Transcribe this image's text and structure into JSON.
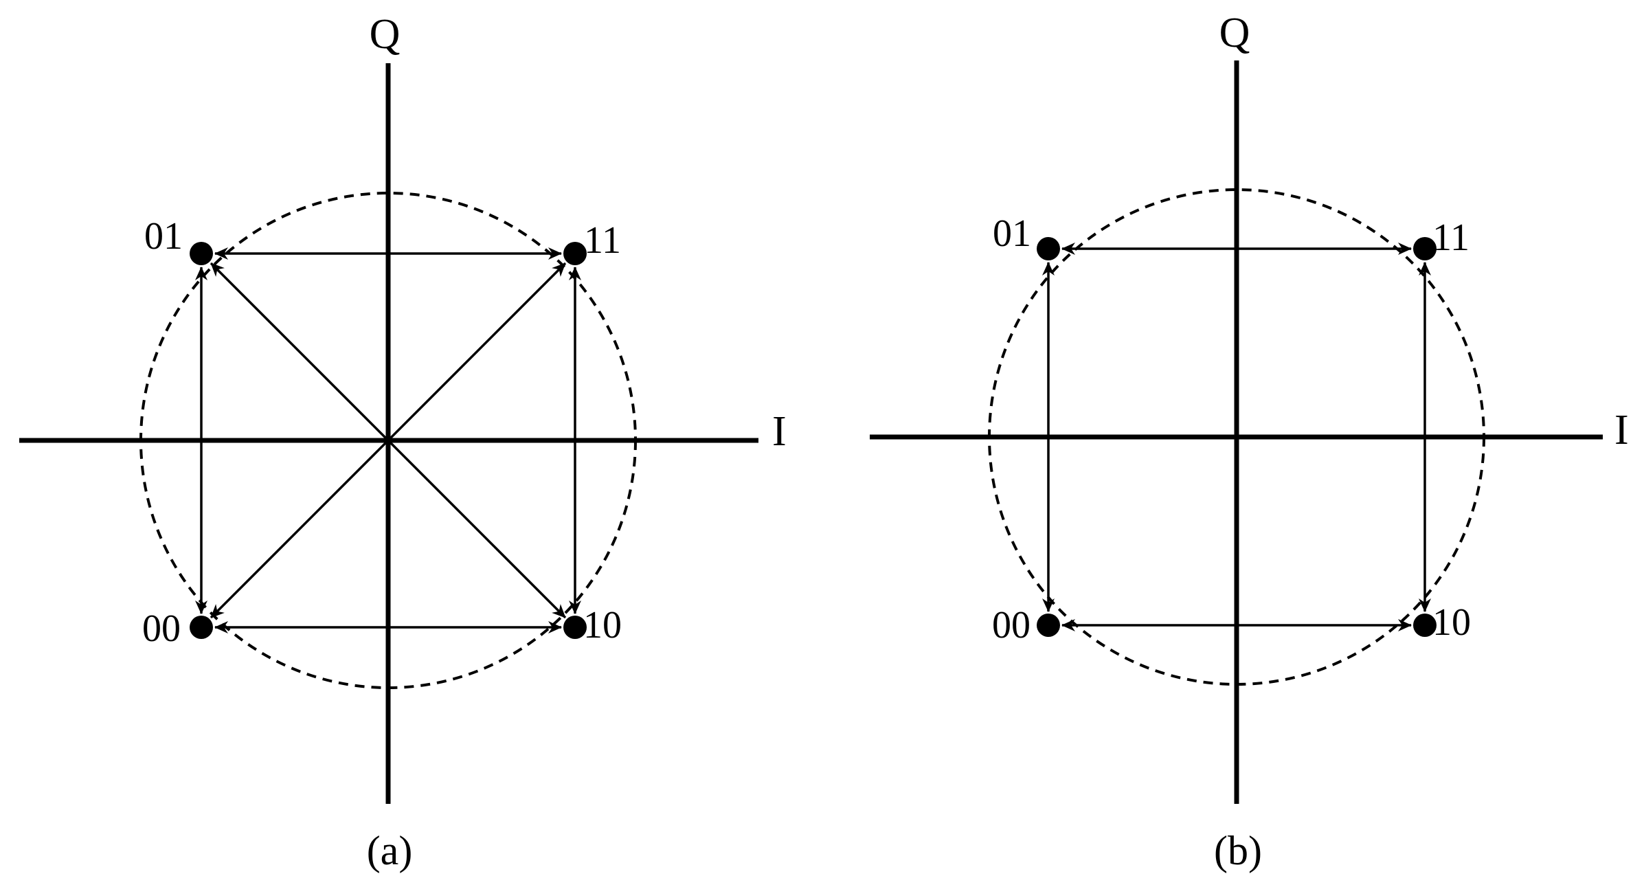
{
  "colors": {
    "ink": "#000000",
    "background": "#ffffff"
  },
  "panels": [
    {
      "id": "a",
      "caption": "(a)",
      "axes": {
        "horizontal": "I",
        "vertical": "Q"
      },
      "points": [
        {
          "symbol": "01",
          "i": -1,
          "q": 1
        },
        {
          "symbol": "11",
          "i": 1,
          "q": 1
        },
        {
          "symbol": "00",
          "i": -1,
          "q": -1
        },
        {
          "symbol": "10",
          "i": 1,
          "q": -1
        }
      ],
      "transitions": [
        [
          "01",
          "11"
        ],
        [
          "00",
          "10"
        ],
        [
          "01",
          "00"
        ],
        [
          "11",
          "10"
        ],
        [
          "01",
          "10"
        ],
        [
          "11",
          "00"
        ]
      ]
    },
    {
      "id": "b",
      "caption": "(b)",
      "axes": {
        "horizontal": "I",
        "vertical": "Q"
      },
      "points": [
        {
          "symbol": "01",
          "i": -1,
          "q": 1
        },
        {
          "symbol": "11",
          "i": 1,
          "q": 1
        },
        {
          "symbol": "00",
          "i": -1,
          "q": -1
        },
        {
          "symbol": "10",
          "i": 1,
          "q": -1
        }
      ],
      "transitions": [
        [
          "01",
          "11"
        ],
        [
          "00",
          "10"
        ],
        [
          "01",
          "00"
        ],
        [
          "11",
          "10"
        ]
      ]
    }
  ]
}
